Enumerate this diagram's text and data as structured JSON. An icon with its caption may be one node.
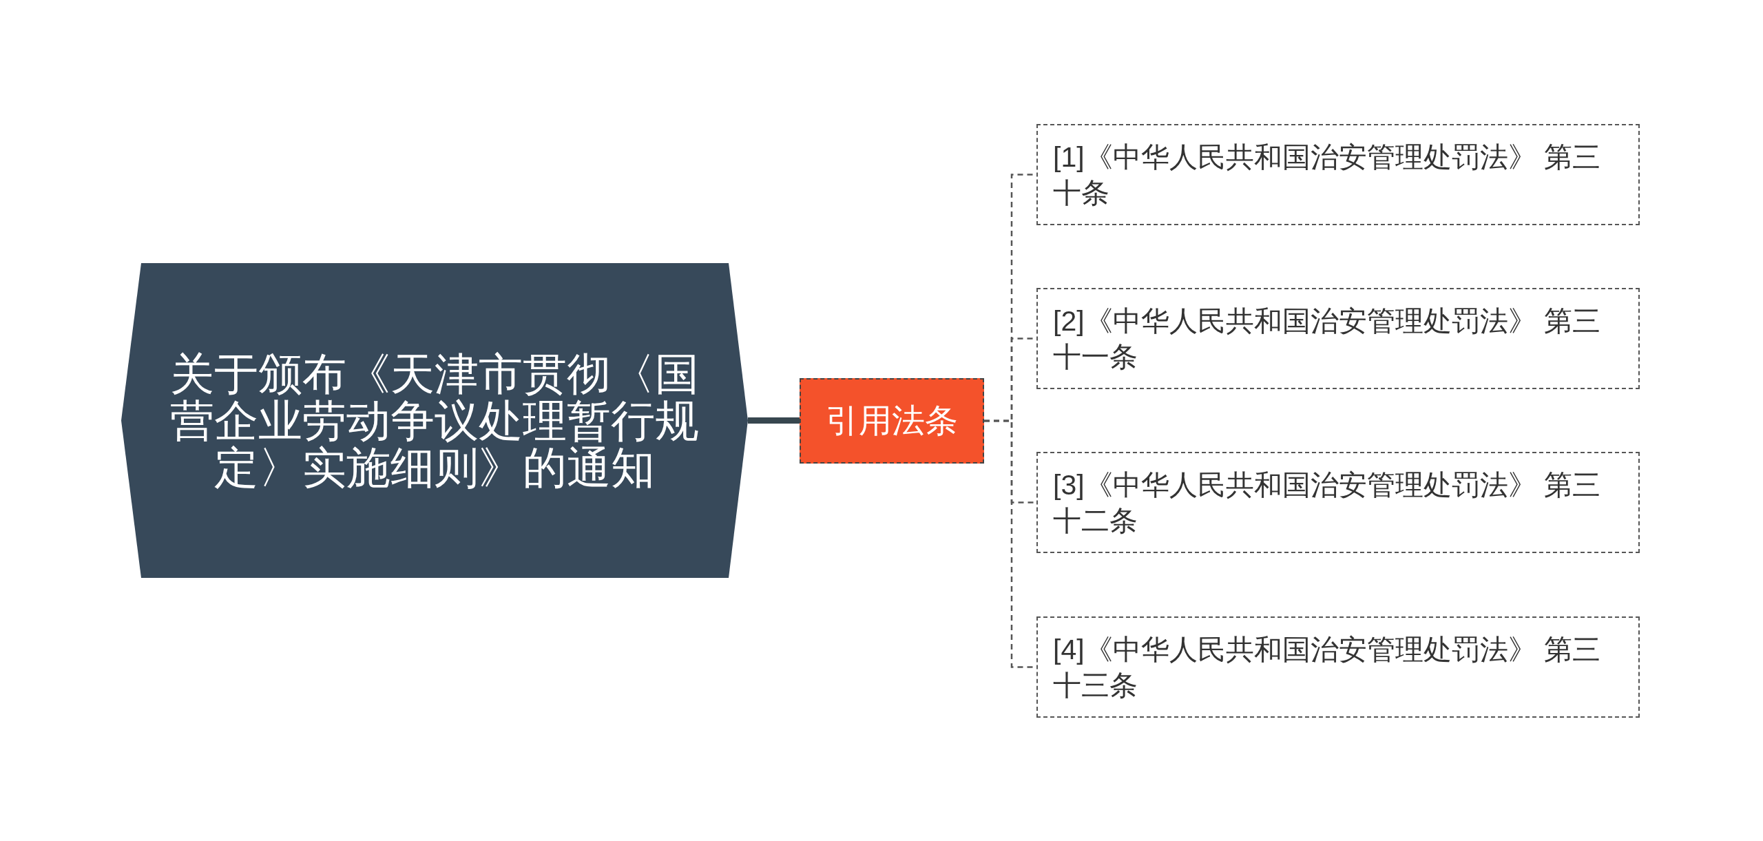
{
  "diagram": {
    "nodes": [
      {
        "text": [
          "关于颁布《天津市贯彻〈国营企业劳动争议处理暂行规定〉实施细则》的通知"
        ]
      },
      {
        "text": [
          "引用法条"
        ]
      },
      {
        "text": [
          "[1]《中华人民共和国治安管理处罚法》 第三十条"
        ]
      },
      {
        "text": [
          "[2]《中华人民共和国治安管理处罚法》 第三十一条"
        ]
      },
      {
        "text": [
          "[3]《中华人民共和国治安管理处罚法》 第三十二条"
        ]
      },
      {
        "text": [
          "[4]《中华人民共和国治安管理处罚法》 第三十三条"
        ]
      }
    ],
    "edges": [
      {
        "from": 0,
        "to": 1,
        "arrow": "none",
        "style": "thick"
      },
      {
        "from": 1,
        "to": 2,
        "arrow": "none",
        "style": "dashed"
      },
      {
        "from": 1,
        "to": 3,
        "arrow": "none",
        "style": "dashed"
      },
      {
        "from": 1,
        "to": 4,
        "arrow": "none",
        "style": "dashed"
      },
      {
        "from": 1,
        "to": 5,
        "arrow": "none",
        "style": "dashed"
      }
    ]
  }
}
